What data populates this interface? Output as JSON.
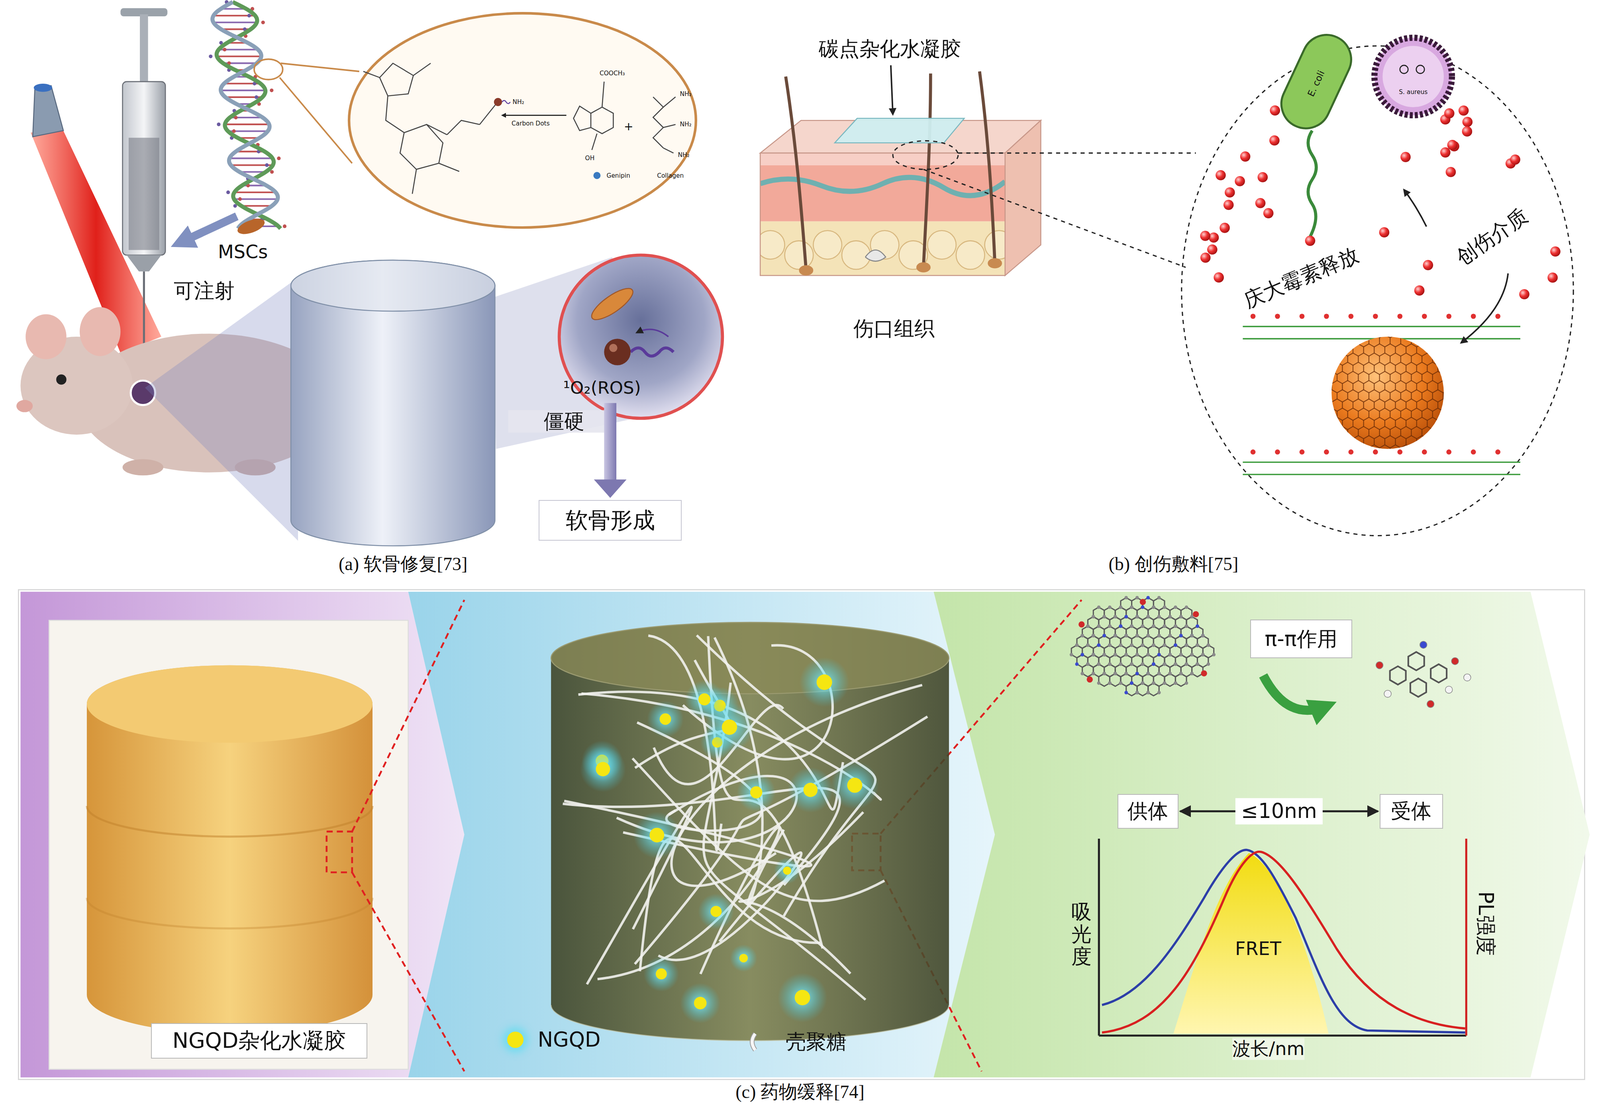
{
  "diagram": {
    "nodes": [
      {
        "text": [
          "软骨形成"
        ]
      },
      {
        "text": [
          "NGQD杂化水凝胶"
        ]
      },
      {
        "text": [
          "π-π作用"
        ]
      },
      {
        "text": [
          "供体"
        ]
      },
      {
        "text": [
          "受体"
        ]
      }
    ],
    "edges": [
      {
        "from": 3,
        "to": 4,
        "label": "≤10nm",
        "arrow": "both"
      }
    ],
    "labels": [
      "可注射",
      "MSCs",
      "¹O₂(ROS)",
      "僵硬",
      "Carbon Dots",
      "NH₂",
      "COOCH₃",
      "+",
      "OH",
      "NH₂",
      "NH₂",
      "NH₂",
      "Genipin",
      "Collagen",
      "(a) 软骨修复[73]",
      "碳点杂化水凝胶",
      "伤口组织",
      "E. coli",
      "S. aureus",
      "庆大霉素释放",
      "创伤介质",
      "(b) 创伤敷料[75]",
      "吸光度",
      "PL强度",
      "FRET",
      "波长/nm",
      "(c) 药物缓释[74]"
    ],
    "legend": [
      {
        "text": "NGQD",
        "color": "#f5e612"
      },
      {
        "text": "壳聚糖"
      }
    ]
  }
}
